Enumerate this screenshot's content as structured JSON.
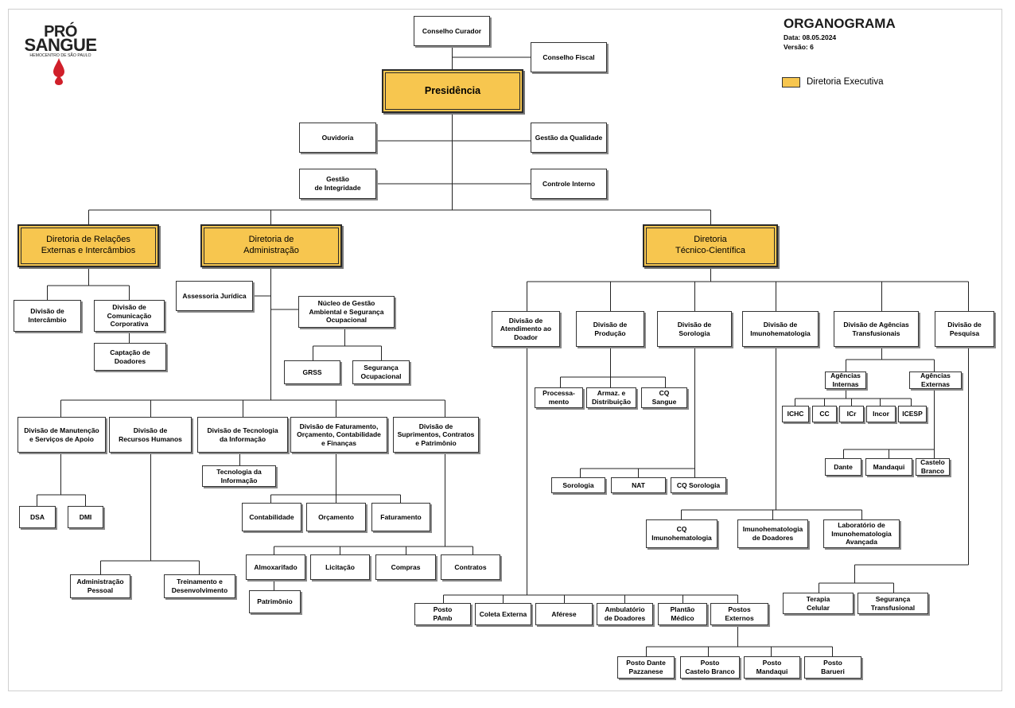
{
  "header": {
    "title": "ORGANOGRAMA",
    "date": "Data: 08.05.2024",
    "version": "Versão: 6"
  },
  "logo": {
    "line1": "PRÓ",
    "line2": "SANGUE",
    "line3": "HEMOCENTRO DE SÃO PAULO",
    "drop_color": "#d01f2a",
    "icon": "blood-drop-icon"
  },
  "legend": {
    "label": "Diretoria Executiva",
    "color": "#f7c64f"
  },
  "nodes": {
    "conselho_curador": "Conselho Curador",
    "conselho_fiscal": "Conselho Fiscal",
    "presidencia": "Presidência",
    "ouvidoria": "Ouvidoria",
    "gestao_qualidade": "Gestão da Qualidade",
    "gestao_integridade": "Gestão\nde Integridade",
    "controle_interno": "Controle Interno",
    "dir_relacoes": "Diretoria de Relações\nExternas e Intercâmbios",
    "dir_administracao": "Diretoria de\nAdministração",
    "dir_tecnico": "Diretoria\nTécnico-Científica",
    "div_intercambio": "Divisão de\nIntercâmbio",
    "div_comunicacao": "Divisão de\nComunicação\nCorporativa",
    "captacao": "Captação de\nDoadores",
    "assessoria": "Assessoria Jurídica",
    "nucleo": "Núcleo de Gestão\nAmbiental e Segurança\nOcupacional",
    "grss": "GRSS",
    "seg_ocupacional": "Segurança\nOcupacional",
    "div_manutencao": "Divisão de Manutenção\ne Serviços de Apoio",
    "div_rh": "Divisão de\nRecursos Humanos",
    "div_ti": "Divisão de Tecnologia\nda Informação",
    "div_faturamento": "Divisão de Faturamento,\nOrçamento, Contabilidade\ne Finanças",
    "div_suprimentos": "Divisão de\nSuprimentos, Contratos\ne Patrimônio",
    "ti": "Tecnologia da\nInformação",
    "dsa": "DSA",
    "dmi": "DMI",
    "contabilidade": "Contabilidade",
    "orcamento": "Orçamento",
    "faturamento": "Faturamento",
    "almoxarifado": "Almoxarifado",
    "licitacao": "Licitação",
    "compras": "Compras",
    "contratos": "Contratos",
    "patrimonio": "Patrimônio",
    "adm_pessoal": "Administração\nPessoal",
    "treinamento": "Treinamento e\nDesenvolvimento",
    "div_atendimento": "Divisão de\nAtendimento ao\nDoador",
    "div_producao": "Divisão de\nProdução",
    "div_sorologia": "Divisão de\nSorologia",
    "div_imuno": "Divisão de\nImunohematologia",
    "div_agencias": "Divisão de Agências\nTransfusionais",
    "div_pesquisa": "Divisão de\nPesquisa",
    "processamento": "Processa-\nmento",
    "armaz": "Armaz. e\nDistribuição",
    "cq_sangue": "CQ\nSangue",
    "sorologia": "Sorologia",
    "nat": "NAT",
    "cq_sorologia": "CQ Sorologia",
    "cq_imuno": "CQ\nImunohematologia",
    "imuno_doadores": "Imunohematologia\nde Doadores",
    "lab_imuno": "Laboratório de\nImunohematologia\nAvançada",
    "ag_internas": "Agências\nInternas",
    "ag_externas": "Agências\nExternas",
    "ichc": "ICHC",
    "cc": "CC",
    "icr": "ICr",
    "incor": "Incor",
    "icesp": "ICESP",
    "dante": "Dante",
    "mandaqui": "Mandaqui",
    "castelo_branco": "Castelo\nBranco",
    "terapia": "Terapia\nCelular",
    "seg_transfusional": "Segurança\nTransfusional",
    "posto_pamb": "Posto\nPAmb",
    "coleta_externa": "Coleta Externa",
    "aferese": "Aférese",
    "ambulatorio": "Ambulatório\nde Doadores",
    "plantao": "Plantão\nMédico",
    "postos_externos": "Postos\nExternos",
    "posto_dante": "Posto Dante\nPazzanese",
    "posto_castelo": "Posto\nCastelo Branco",
    "posto_mandaqui": "Posto\nMandaqui",
    "posto_barueri": "Posto\nBarueri"
  }
}
